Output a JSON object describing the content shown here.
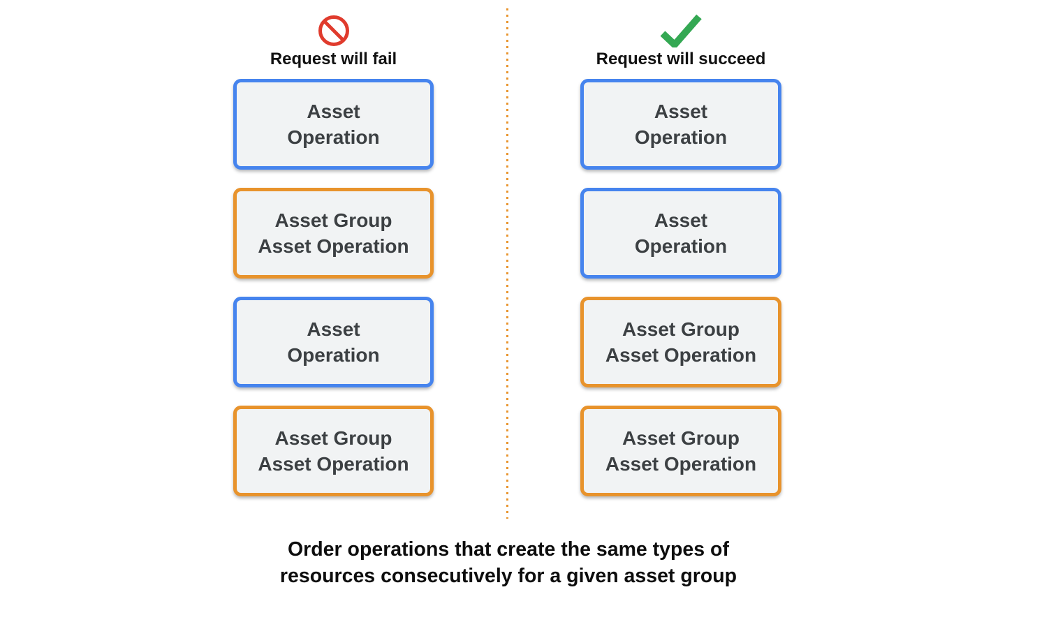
{
  "diagram": {
    "fail_column": {
      "icon": "prohibited-icon",
      "title": "Request will fail",
      "boxes": [
        {
          "line1": "Asset",
          "line2": "Operation",
          "variant": "blue"
        },
        {
          "line1": "Asset Group",
          "line2": "Asset Operation",
          "variant": "orange"
        },
        {
          "line1": "Asset",
          "line2": "Operation",
          "variant": "blue"
        },
        {
          "line1": "Asset Group",
          "line2": "Asset Operation",
          "variant": "orange"
        }
      ]
    },
    "succeed_column": {
      "icon": "checkmark-icon",
      "title": "Request will succeed",
      "boxes": [
        {
          "line1": "Asset",
          "line2": "Operation",
          "variant": "blue"
        },
        {
          "line1": "Asset",
          "line2": "Operation",
          "variant": "blue"
        },
        {
          "line1": "Asset Group",
          "line2": "Asset Operation",
          "variant": "orange"
        },
        {
          "line1": "Asset Group",
          "line2": "Asset Operation",
          "variant": "orange"
        }
      ]
    },
    "caption_line1": "Order operations that create the same types of",
    "caption_line2": "resources consecutively for a given asset group",
    "colors": {
      "blue_border": "#4684EE",
      "orange_border": "#E8932C",
      "box_background": "#F1F3F4",
      "box_text": "#3C4043",
      "fail_icon_red": "#E03B2D",
      "success_icon_green": "#34A853",
      "divider_orange": "#E8952F",
      "caption_text": "#0d0d0d"
    }
  }
}
